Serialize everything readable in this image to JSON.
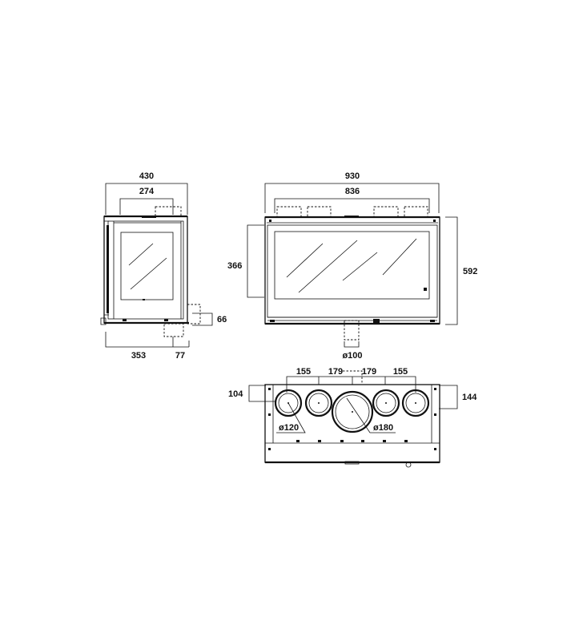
{
  "side_view": {
    "width_total": "430",
    "width_inner": "274",
    "flue_offset": "66",
    "depth": "353",
    "depth_extra": "77"
  },
  "front_view": {
    "width_total": "930",
    "width_inner": "836",
    "height_total": "592",
    "glass_height": "366",
    "flue_diameter": "ø100"
  },
  "top_view": {
    "spacing_outer_left": "155",
    "spacing_inner_left": "179",
    "spacing_inner_right": "179",
    "spacing_outer_right": "155",
    "offset_left": "104",
    "offset_right": "144",
    "small_duct_diameter": "ø120",
    "large_duct_diameter": "ø180"
  }
}
